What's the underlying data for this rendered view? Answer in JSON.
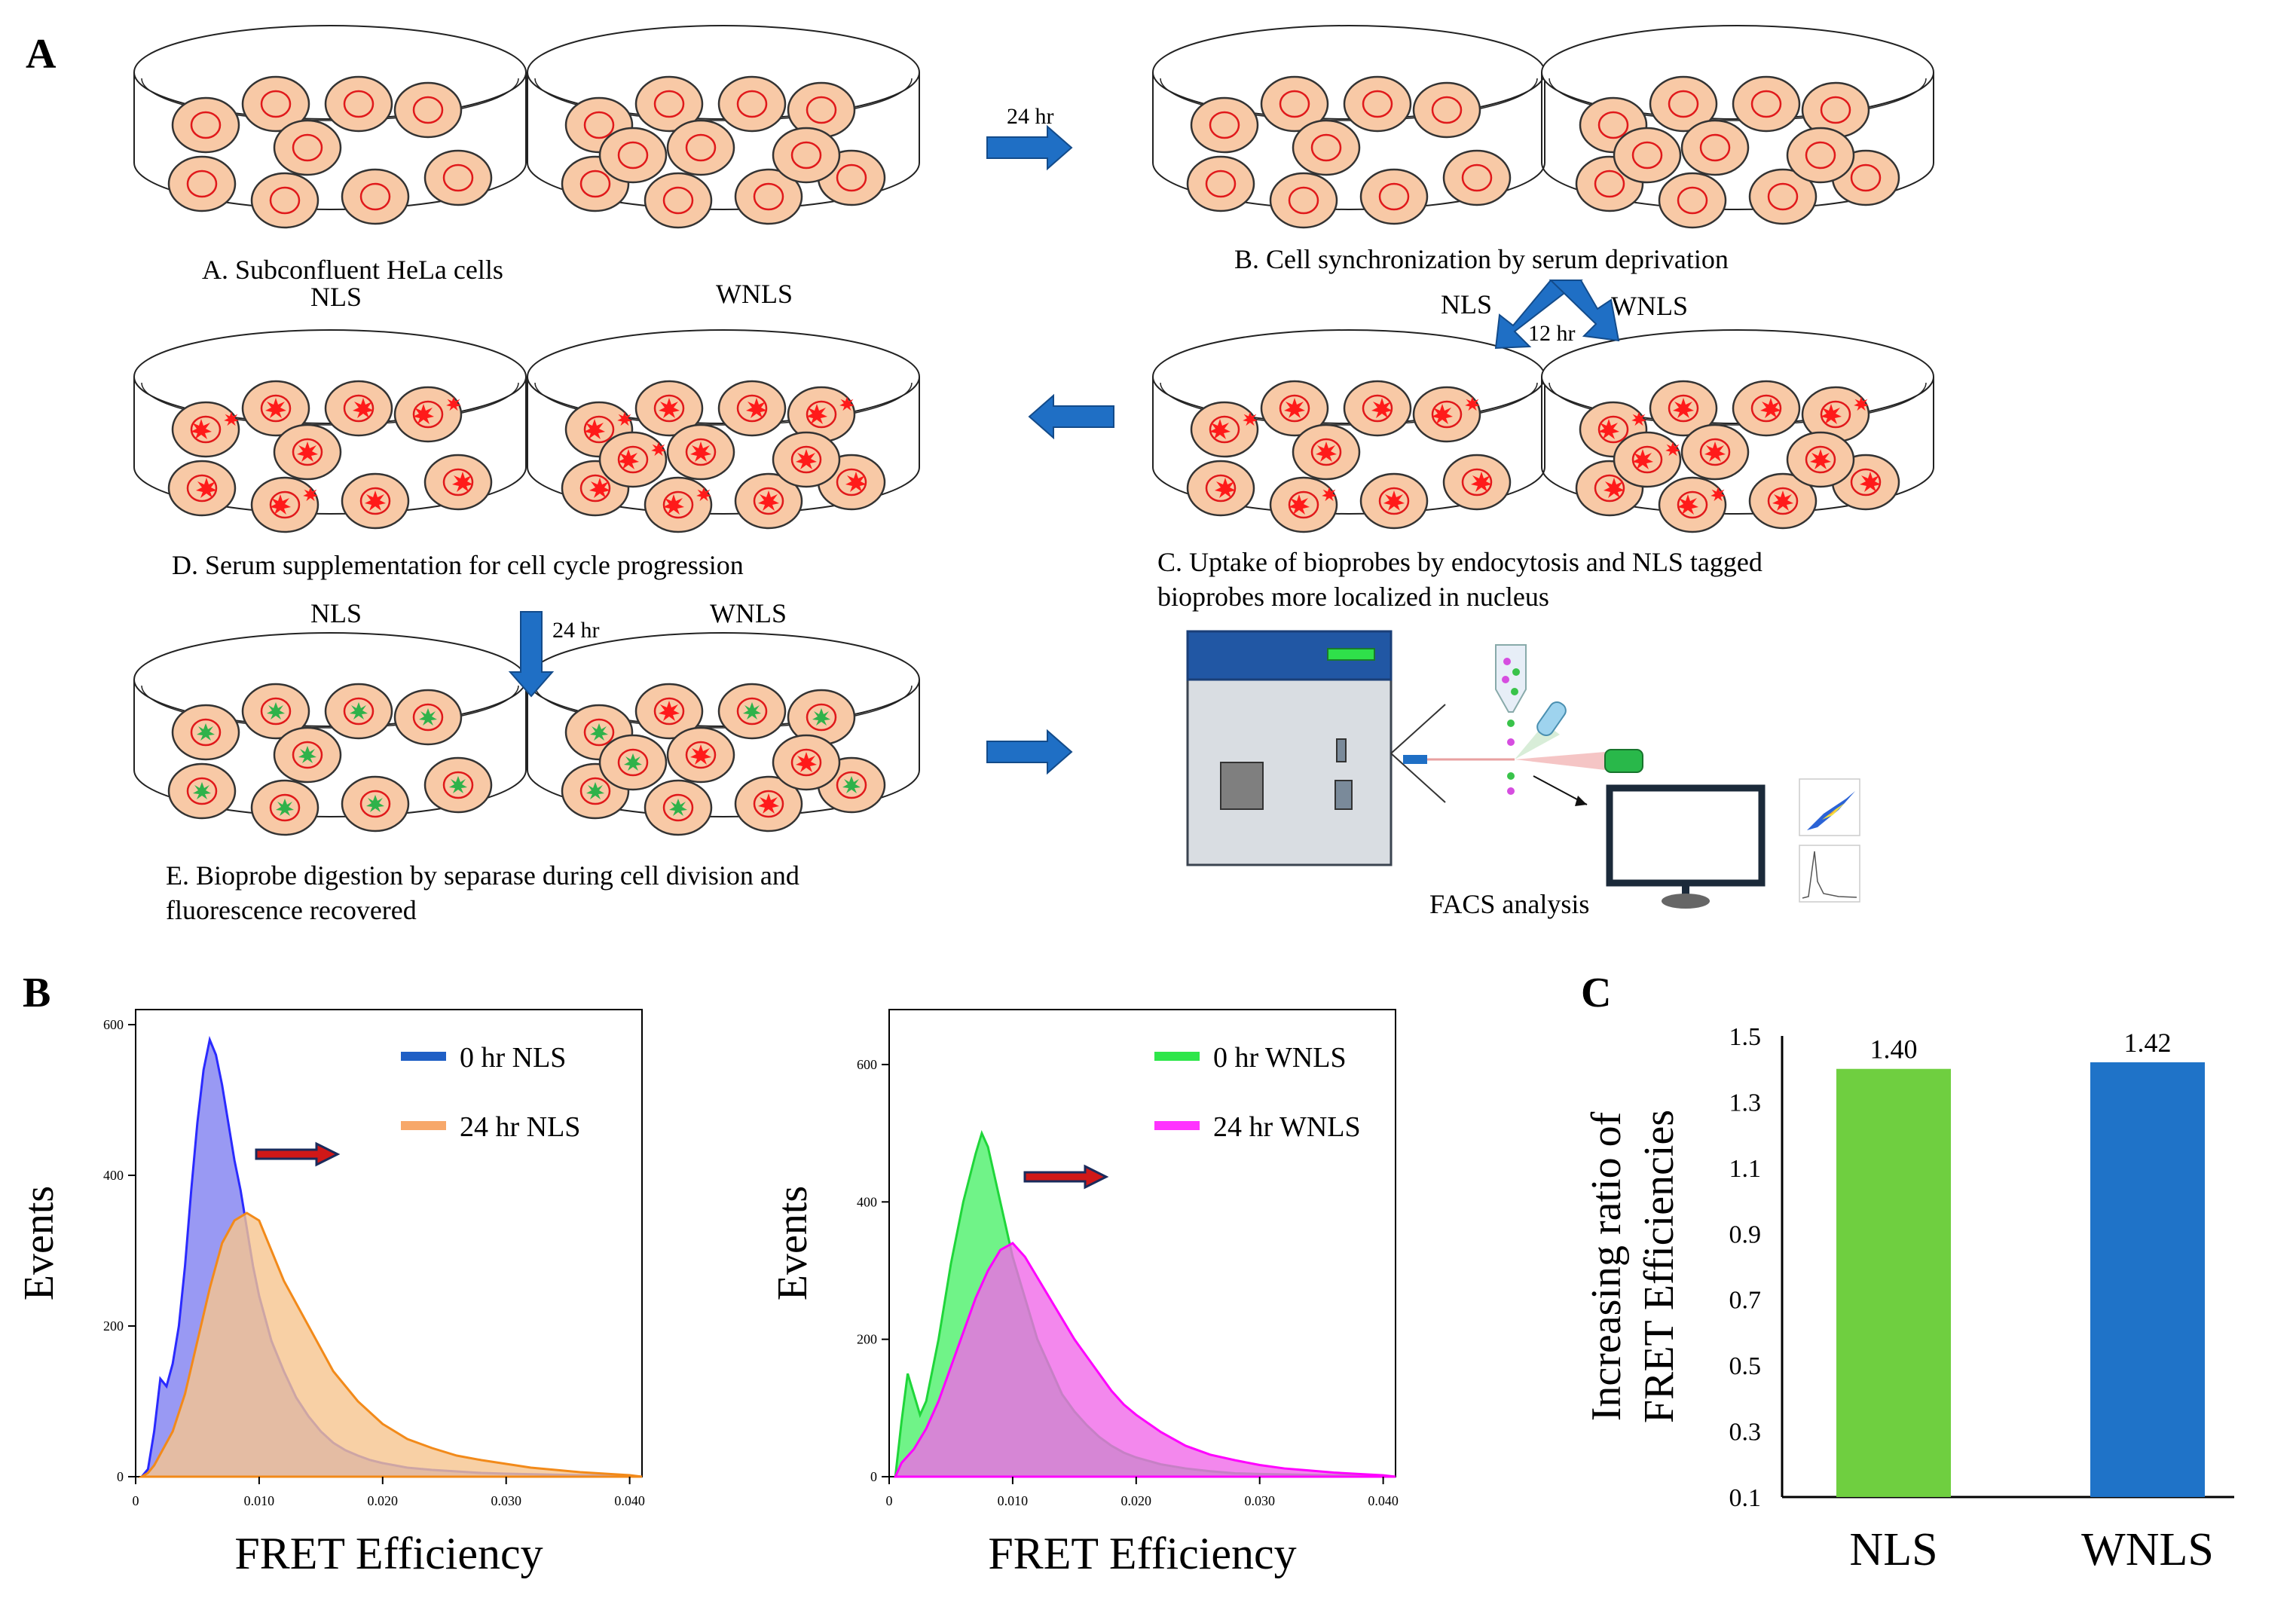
{
  "panels": {
    "a": "A",
    "b": "B",
    "c": "C"
  },
  "schematic": {
    "caption_a": "A. Subconfluent HeLa cells",
    "caption_b": "B. Cell synchronization by serum deprivation",
    "caption_c_line1": "C. Uptake of bioprobes by endocytosis and NLS tagged",
    "caption_c_line2": "bioprobes more localized in nucleus",
    "caption_d": "D. Serum supplementation for cell cycle progression",
    "caption_e_line1": "E. Bioprobe digestion by separase during cell division and",
    "caption_e_line2": "fluorescence recovered",
    "facs_label": "FACS analysis",
    "time_24hr_a": "24 hr",
    "time_12hr": "12 hr",
    "time_24hr_d": "24 hr",
    "nls": "NLS",
    "wnls": "WNLS",
    "colors": {
      "cell_fill": "#f8c9a6",
      "nucleus": "#e0191b",
      "probe_red": "#ff1a1a",
      "probe_green": "#2fb24a",
      "arrow": "#1f6fc5"
    }
  },
  "chart_data": [
    {
      "type": "area",
      "panel": "B-left",
      "xlabel": "FRET Efficiency",
      "ylabel": "Events",
      "xlim": [
        0,
        0.041
      ],
      "ylim": [
        0,
        620
      ],
      "xticks": [
        "0",
        "0.010",
        "0.020",
        "0.030",
        "0.040"
      ],
      "yticks": [
        "0",
        "200",
        "400",
        "600"
      ],
      "series": [
        {
          "name": "0 hr NLS",
          "legend_color": "#1f5fc5",
          "fill": "#7f7ff0",
          "line": "#2a2aff",
          "x": [
            0.0005,
            0.001,
            0.0015,
            0.002,
            0.0025,
            0.003,
            0.0035,
            0.004,
            0.0045,
            0.005,
            0.0055,
            0.006,
            0.0065,
            0.007,
            0.0075,
            0.008,
            0.0085,
            0.009,
            0.0095,
            0.01,
            0.011,
            0.012,
            0.013,
            0.014,
            0.015,
            0.016,
            0.017,
            0.018,
            0.019,
            0.02,
            0.022,
            0.024,
            0.026,
            0.028,
            0.03,
            0.033,
            0.036,
            0.04,
            0.041
          ],
          "y": [
            0,
            10,
            60,
            130,
            120,
            150,
            200,
            280,
            380,
            470,
            540,
            580,
            560,
            520,
            470,
            420,
            380,
            330,
            280,
            240,
            180,
            140,
            105,
            80,
            60,
            45,
            35,
            28,
            22,
            18,
            12,
            9,
            7,
            5,
            4,
            3,
            2,
            1,
            0
          ]
        },
        {
          "name": "24 hr NLS",
          "legend_color": "#f7a86a",
          "fill": "#f6c48e",
          "line": "#f28a1a",
          "x": [
            0.0005,
            0.001,
            0.0015,
            0.002,
            0.003,
            0.004,
            0.005,
            0.006,
            0.007,
            0.008,
            0.009,
            0.01,
            0.011,
            0.012,
            0.013,
            0.014,
            0.015,
            0.016,
            0.017,
            0.018,
            0.019,
            0.02,
            0.022,
            0.024,
            0.026,
            0.028,
            0.03,
            0.032,
            0.034,
            0.036,
            0.038,
            0.04,
            0.041
          ],
          "y": [
            0,
            5,
            15,
            30,
            60,
            110,
            180,
            250,
            310,
            340,
            350,
            340,
            300,
            260,
            230,
            200,
            170,
            140,
            120,
            100,
            85,
            70,
            50,
            38,
            28,
            22,
            17,
            12,
            9,
            6,
            4,
            2,
            0
          ]
        }
      ]
    },
    {
      "type": "area",
      "panel": "B-right",
      "xlabel": "FRET Efficiency",
      "ylabel": "Events",
      "xlim": [
        0,
        0.041
      ],
      "ylim": [
        0,
        680
      ],
      "xticks": [
        "0",
        "0.010",
        "0.020",
        "0.030",
        "0.040"
      ],
      "yticks": [
        "0",
        "200",
        "400",
        "600"
      ],
      "series": [
        {
          "name": "0 hr WNLS",
          "legend_color": "#2ee64a",
          "fill": "#4cf06a",
          "line": "#1fd63a",
          "x": [
            0.0005,
            0.001,
            0.0015,
            0.002,
            0.0025,
            0.003,
            0.004,
            0.005,
            0.006,
            0.007,
            0.0075,
            0.008,
            0.0085,
            0.009,
            0.0095,
            0.01,
            0.011,
            0.012,
            0.013,
            0.014,
            0.015,
            0.016,
            0.017,
            0.018,
            0.019,
            0.02,
            0.022,
            0.024,
            0.026,
            0.028,
            0.03,
            0.033,
            0.036,
            0.04,
            0.041
          ],
          "y": [
            0,
            80,
            150,
            120,
            90,
            110,
            200,
            310,
            400,
            470,
            500,
            480,
            440,
            400,
            360,
            320,
            260,
            200,
            160,
            120,
            95,
            75,
            58,
            45,
            35,
            28,
            18,
            12,
            8,
            5,
            4,
            3,
            2,
            1,
            0
          ]
        },
        {
          "name": "24 hr WNLS",
          "legend_color": "#ff33ff",
          "fill": "#f06ae8",
          "line": "#ff00ff",
          "x": [
            0.0005,
            0.001,
            0.002,
            0.003,
            0.004,
            0.005,
            0.006,
            0.007,
            0.008,
            0.009,
            0.01,
            0.011,
            0.012,
            0.013,
            0.014,
            0.015,
            0.016,
            0.017,
            0.018,
            0.019,
            0.02,
            0.022,
            0.024,
            0.026,
            0.028,
            0.03,
            0.032,
            0.034,
            0.036,
            0.038,
            0.04,
            0.041
          ],
          "y": [
            0,
            20,
            40,
            70,
            110,
            160,
            210,
            260,
            300,
            330,
            340,
            320,
            290,
            260,
            230,
            200,
            175,
            150,
            125,
            105,
            90,
            65,
            45,
            32,
            24,
            17,
            12,
            9,
            6,
            4,
            2,
            0
          ]
        }
      ]
    },
    {
      "type": "bar",
      "panel": "C",
      "ylabel_line1": "Increasing ratio of",
      "ylabel_line2": "FRET Efficiencies",
      "categories": [
        "NLS",
        "WNLS"
      ],
      "values": [
        1.4,
        1.42
      ],
      "value_labels": [
        "1.40",
        "1.42"
      ],
      "colors": [
        "#6fcf40",
        "#1f73c8"
      ],
      "ylim": [
        0.1,
        1.5
      ],
      "yticks": [
        "0.1",
        "0.3",
        "0.5",
        "0.7",
        "0.9",
        "1.1",
        "1.3",
        "1.5"
      ]
    }
  ]
}
